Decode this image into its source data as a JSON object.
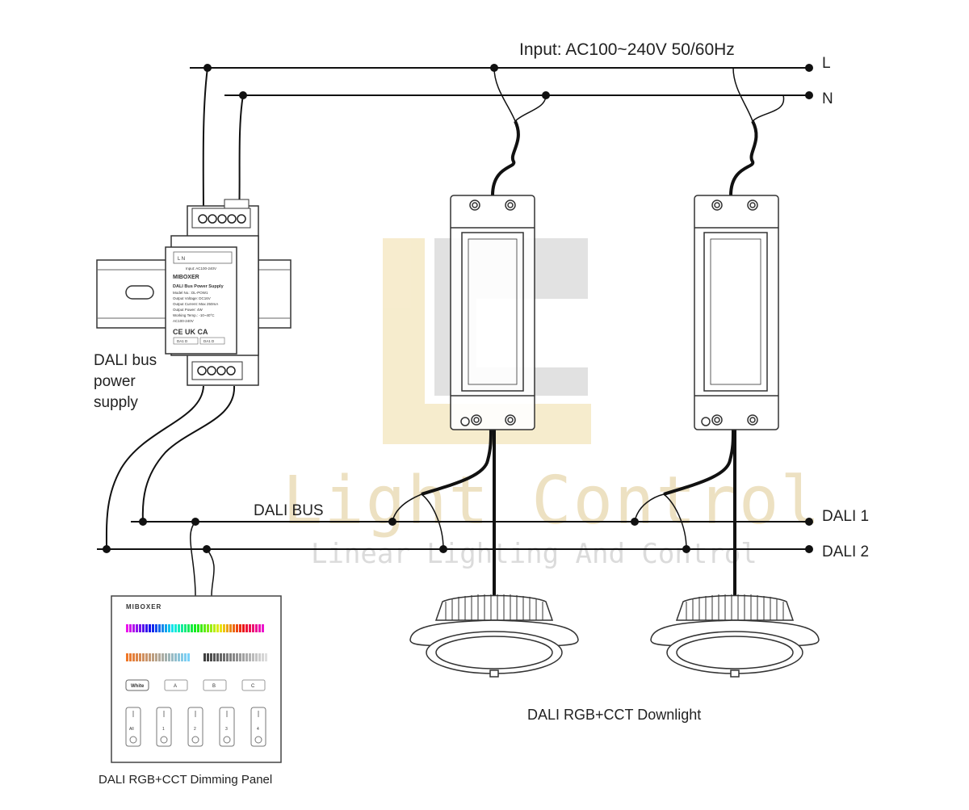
{
  "wiring": {
    "input_label": "Input: AC100~240V  50/60Hz",
    "line_L": "L",
    "line_N": "N",
    "dali_bus_label": "DALI BUS",
    "dali1": "DALI 1",
    "dali2": "DALI 2"
  },
  "power_supply": {
    "caption_line1": "DALI bus",
    "caption_line2": "power",
    "caption_line3": "supply",
    "brand": "MIBOXER",
    "product": "DALI Bus Power Supply",
    "specs": [
      "Model No.: DL-POW1",
      "Output Voltage: DC16V",
      "Output Current: Max 250mA",
      "Output Power: 4W",
      "Working Temp.: -10~40°C",
      "AC100-240V"
    ],
    "marks": "CE UK CA",
    "terminal_labels": [
      "DA1 D",
      "DA1 D"
    ],
    "top_label": "L    N",
    "top_sub": "Input: AC100-240V"
  },
  "panel": {
    "brand": "MIBOXER",
    "caption": "DALI RGB+CCT Dimming Panel",
    "buttons": [
      "White",
      "A",
      "B",
      "C"
    ],
    "zones": [
      "All",
      "1",
      "2",
      "3",
      "4"
    ]
  },
  "downlight": {
    "caption": "DALI RGB+CCT Downlight"
  },
  "watermark": {
    "logo": "LC",
    "line1": "Light Control",
    "line2": "Linear Lighting And Control"
  },
  "colors": {
    "wire": "#111111",
    "watermark_yellow": "#f3e3b5",
    "watermark_grey": "#d9d9d9"
  }
}
